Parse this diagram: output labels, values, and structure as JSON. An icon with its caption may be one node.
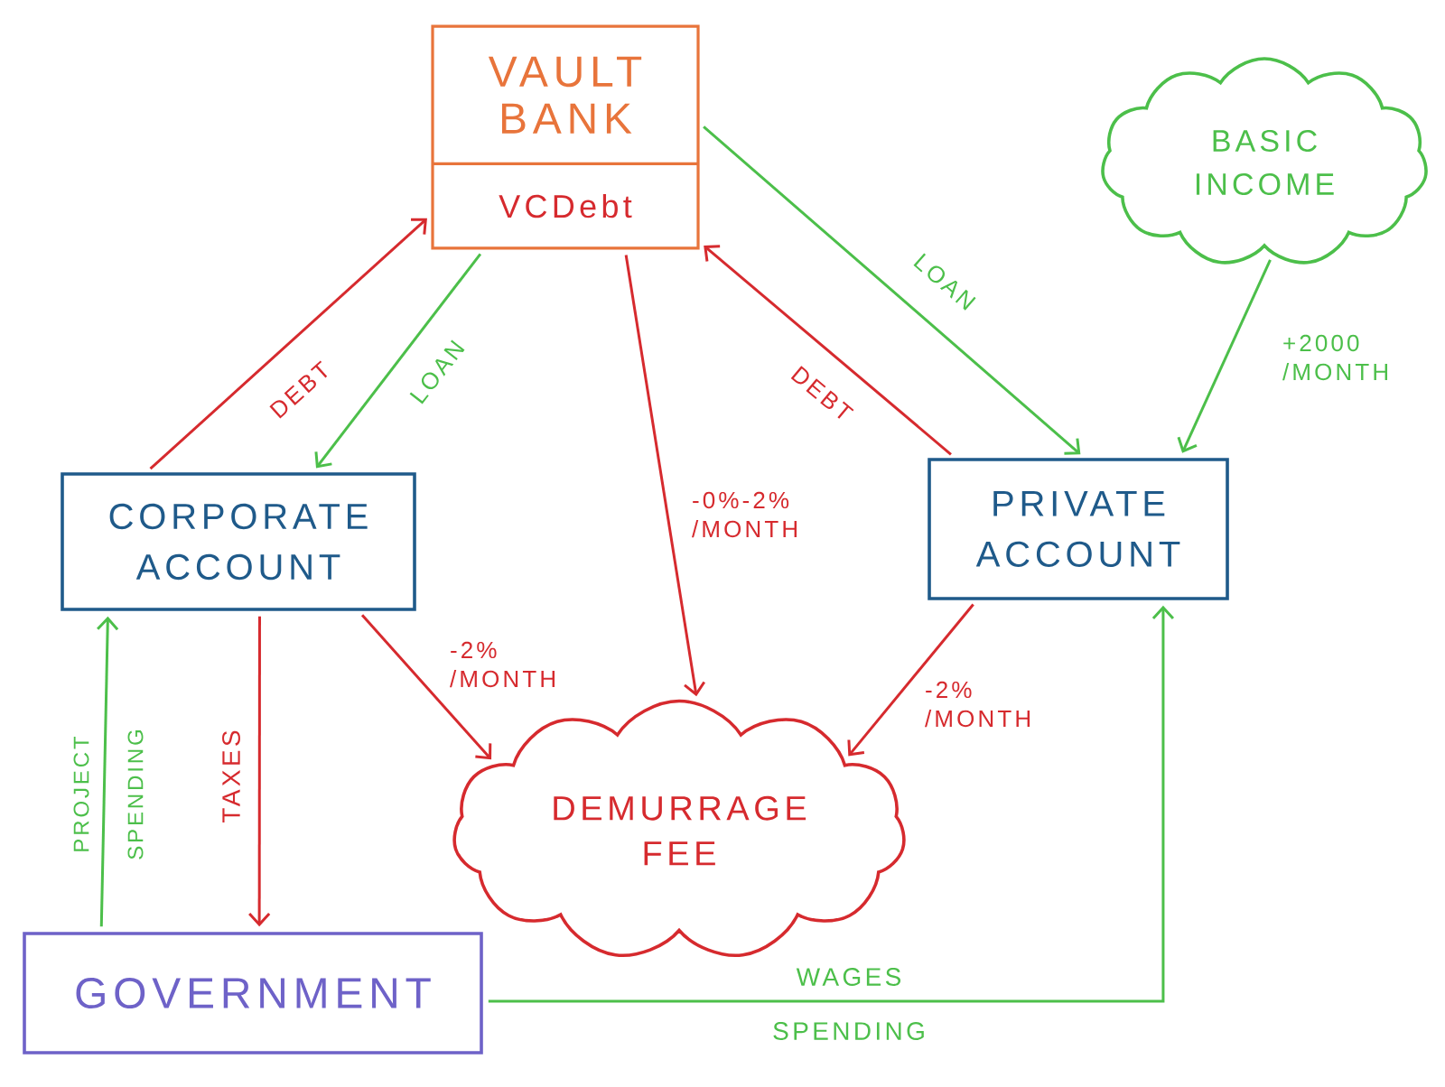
{
  "diagram": {
    "nodes": [
      {
        "text": [
          "VAULT BANK",
          "VCDebt"
        ]
      },
      {
        "text": [
          "BASIC INCOME"
        ]
      },
      {
        "text": [
          "CORPORATE ACCOUNT"
        ]
      },
      {
        "text": [
          "PRIVATE ACCOUNT"
        ]
      },
      {
        "text": [
          "DEMURRAGE FEE"
        ]
      },
      {
        "text": [
          "GOVERNMENT"
        ]
      }
    ],
    "edges": [
      {
        "from": 2,
        "to": 0,
        "arrow": "to",
        "label": "DEBT"
      },
      {
        "from": 0,
        "to": 2,
        "arrow": "to",
        "label": "LOAN",
        "color": "#4cbf4a"
      },
      {
        "from": 0,
        "to": 3,
        "arrow": "to",
        "label": "LOAN",
        "color": "#4cbf4a"
      },
      {
        "from": 3,
        "to": 0,
        "arrow": "to",
        "label": "DEBT"
      },
      {
        "from": 1,
        "to": 3,
        "arrow": "to",
        "label": "+2000 /MONTH",
        "color": "#4cbf4a"
      },
      {
        "from": 0,
        "to": 4,
        "arrow": "to",
        "label": "-0%-2% /MONTH"
      },
      {
        "from": 2,
        "to": 4,
        "arrow": "to",
        "label": "-2% /MONTH"
      },
      {
        "from": 3,
        "to": 4,
        "arrow": "to",
        "label": "-2% /MONTH"
      },
      {
        "from": 2,
        "to": 5,
        "arrow": "to",
        "label": "TAXES"
      },
      {
        "from": 5,
        "to": 2,
        "arrow": "to",
        "label": "PROJECT SPENDING",
        "color": "#4cbf4a"
      },
      {
        "from": 5,
        "to": 3,
        "arrow": "to",
        "label": "WAGES SPENDING",
        "color": "#4cbf4a"
      }
    ]
  }
}
